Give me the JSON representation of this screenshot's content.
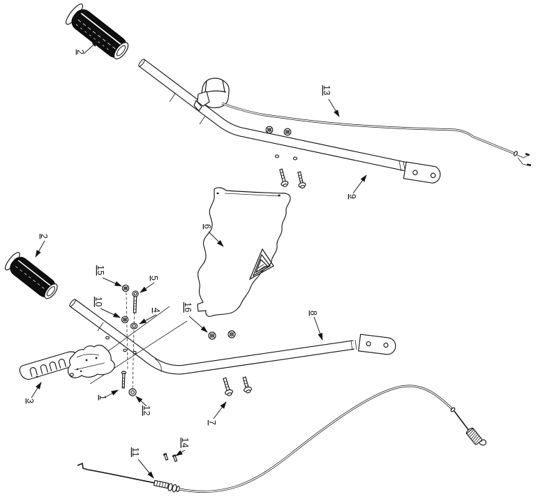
{
  "figure": {
    "kind": "exploded-parts-line-drawing",
    "subject": "handlebar-assembly",
    "background_color": "#ffffff",
    "line_color": "#151515",
    "grip_fill_color": "#0e0e0e",
    "emblem": "triangle-logo"
  },
  "callouts": [
    {
      "num": "1",
      "target": "pivot-bolt"
    },
    {
      "num": "2",
      "target": "handlebar-grip-upper"
    },
    {
      "num": "2",
      "target": "handlebar-grip-lower"
    },
    {
      "num": "3",
      "target": "clutch-lever"
    },
    {
      "num": "4",
      "target": "washer"
    },
    {
      "num": "5",
      "target": "bolt"
    },
    {
      "num": "6",
      "target": "shield-guard"
    },
    {
      "num": "7",
      "target": "flange-bolt"
    },
    {
      "num": "8",
      "target": "lower-handlebar"
    },
    {
      "num": "9",
      "target": "upper-handlebar"
    },
    {
      "num": "10",
      "target": "nut"
    },
    {
      "num": "11",
      "target": "clutch-cable-with-spring"
    },
    {
      "num": "12",
      "target": "washer"
    },
    {
      "num": "13",
      "target": "throttle-cable"
    },
    {
      "num": "14",
      "target": "cable-pin"
    },
    {
      "num": "15",
      "target": "nut"
    },
    {
      "num": "16",
      "target": "flange-nut"
    }
  ]
}
